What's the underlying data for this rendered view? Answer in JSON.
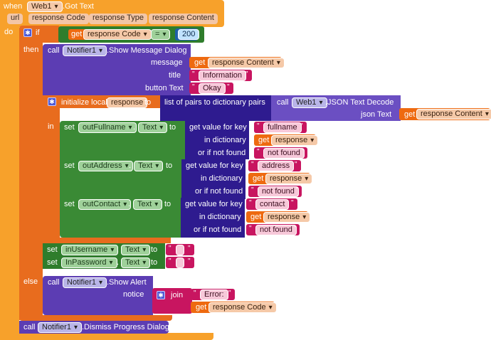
{
  "event": {
    "when": "when",
    "component": "Web1",
    "event_name": ".Got Text",
    "params": [
      "url",
      "response Code",
      "response Type",
      "response Content"
    ],
    "do": "do"
  },
  "if_block": {
    "if": "if",
    "then": "then",
    "else": "else",
    "get": "get",
    "var": "response Code",
    "op": "=",
    "value": "200"
  },
  "show_dialog": {
    "call": "call",
    "component": "Notifier1",
    "method": ".Show Message Dialog",
    "message_label": "message",
    "title_label": "title",
    "button_label": "button Text",
    "get": "get",
    "message_var": "response Content",
    "title_text": "Information",
    "button_text": "Okay"
  },
  "init_local": {
    "label": "initialize local",
    "var": "response",
    "to": "to",
    "in": "in",
    "dict_label": "list of pairs to dictionary  pairs",
    "call": "call",
    "component": "Web1",
    "method": ".JSON Text Decode",
    "json_label": "json Text",
    "get": "get",
    "json_var": "response Content"
  },
  "sets": [
    {
      "set": "set",
      "component": "outFullname",
      "prop": "Text",
      "to": "to",
      "key_label": "get value for key",
      "key": "fullname",
      "dict_label": "in dictionary",
      "get": "get",
      "dict_var": "response",
      "notfound_label": "or if not found",
      "notfound": "not found"
    },
    {
      "set": "set",
      "component": "outAddress",
      "prop": "Text",
      "to": "to",
      "key_label": "get value for key",
      "key": "address",
      "dict_label": "in dictionary",
      "get": "get",
      "dict_var": "response",
      "notfound_label": "or if not found",
      "notfound": "not found"
    },
    {
      "set": "set",
      "component": "outContact",
      "prop": "Text",
      "to": "to",
      "key_label": "get value for key",
      "key": "contact",
      "dict_label": "in dictionary",
      "get": "get",
      "dict_var": "response",
      "notfound_label": "or if not found",
      "notfound": "not found"
    }
  ],
  "clear_sets": [
    {
      "set": "set",
      "component": "inUsername",
      "prop": "Text",
      "to": "to"
    },
    {
      "set": "set",
      "component": "InPassword",
      "prop": "Text",
      "to": "to"
    }
  ],
  "show_alert": {
    "call": "call",
    "component": "Notifier1",
    "method": ".Show Alert",
    "notice_label": "notice",
    "join": "join",
    "error_text": "Error:",
    "get": "get",
    "code_var": "response Code"
  },
  "dismiss": {
    "call": "call",
    "component": "Notifier1",
    "method": ".Dismiss Progress Dialog"
  },
  "colors": {
    "event": "#f7a12b",
    "control": "#e86c1e",
    "procedure": "#5c3db3",
    "dictionary": "#2e1b8f",
    "setter": "#3a8a35",
    "text": "#c81560",
    "getter": "#ee6a10",
    "math": "#1f5fa8"
  }
}
